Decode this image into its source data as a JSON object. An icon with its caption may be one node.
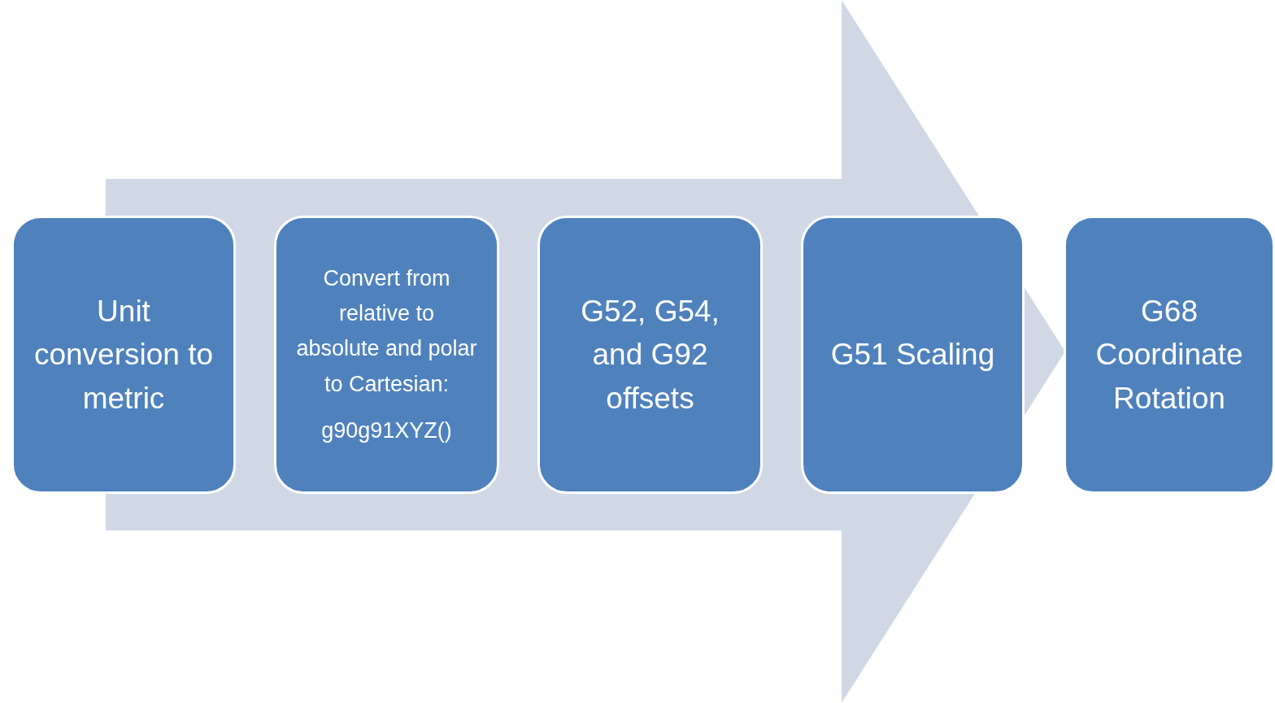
{
  "diagram": {
    "nodes": [
      {
        "text": [
          "Unit conversion to metric"
        ]
      },
      {
        "text": [
          "Convert from relative to absolute and polar to Cartesian:",
          "g90g91XYZ()"
        ]
      },
      {
        "text": [
          "G52, G54, and G92 offsets"
        ]
      },
      {
        "text": [
          "G51 Scaling"
        ]
      },
      {
        "text": [
          "G68 Coordinate Rotation"
        ]
      }
    ],
    "edges": [
      {
        "from": 0,
        "to": 4,
        "arrow": "to"
      }
    ]
  }
}
